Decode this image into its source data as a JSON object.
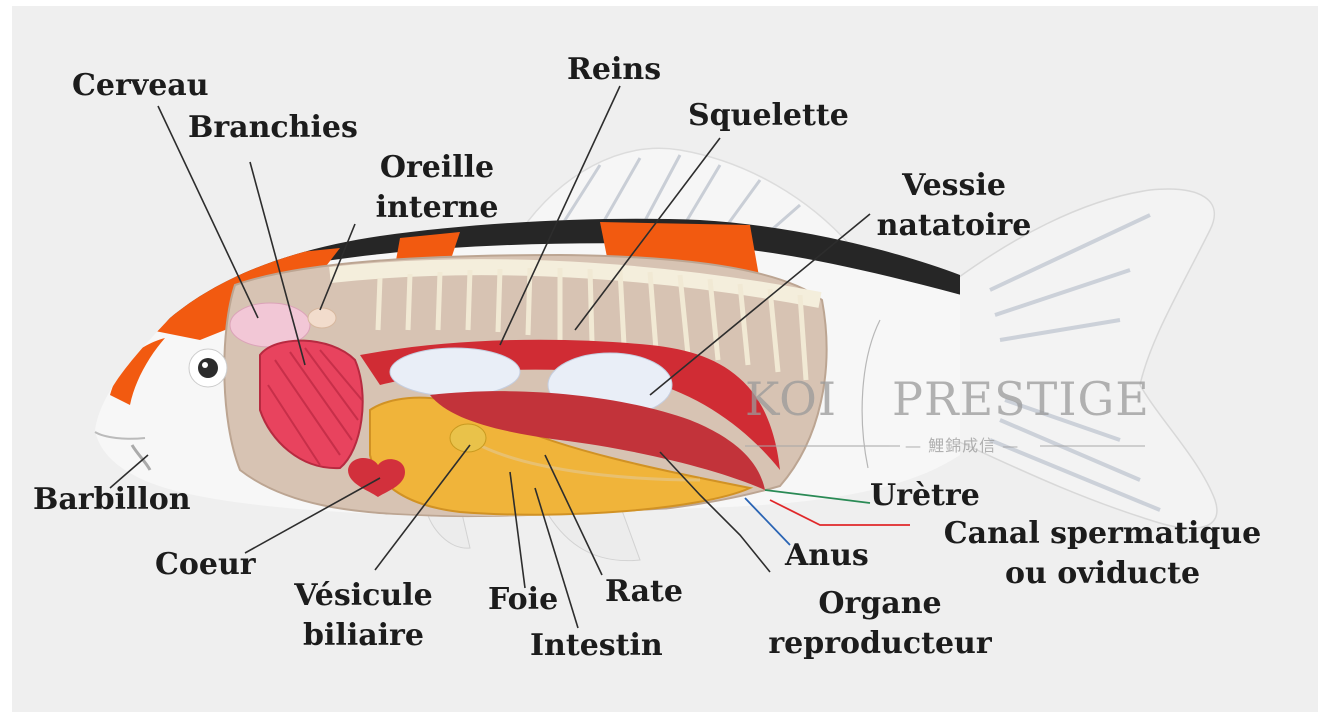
{
  "labels": {
    "cerveau": "Cerveau",
    "branchies": "Branchies",
    "oreille_1": "Oreille",
    "oreille_2": "interne",
    "reins": "Reins",
    "squelette": "Squelette",
    "vessie_1": "Vessie",
    "vessie_2": "natatoire",
    "barbillon": "Barbillon",
    "coeur": "Coeur",
    "vesicule_1": "Vésicule",
    "vesicule_2": "biliaire",
    "foie": "Foie",
    "intestin": "Intestin",
    "rate": "Rate",
    "anus": "Anus",
    "uretre": "Urètre",
    "canal_1": "Canal spermatique",
    "canal_2": "ou oviducte",
    "organe_1": "Organe",
    "organe_2": "reproducteur"
  },
  "watermark": {
    "brand_left": "KOI",
    "brand_right": "PRESTIGE",
    "subtitle": "— 鯉錦成信 —"
  },
  "colors": {
    "background": "#efefef",
    "koi_orange": "#f25a10",
    "koi_black": "#262626",
    "uretre_line": "#2a8a55",
    "canal_line": "#e0282a",
    "anus_line": "#2a64b4"
  }
}
